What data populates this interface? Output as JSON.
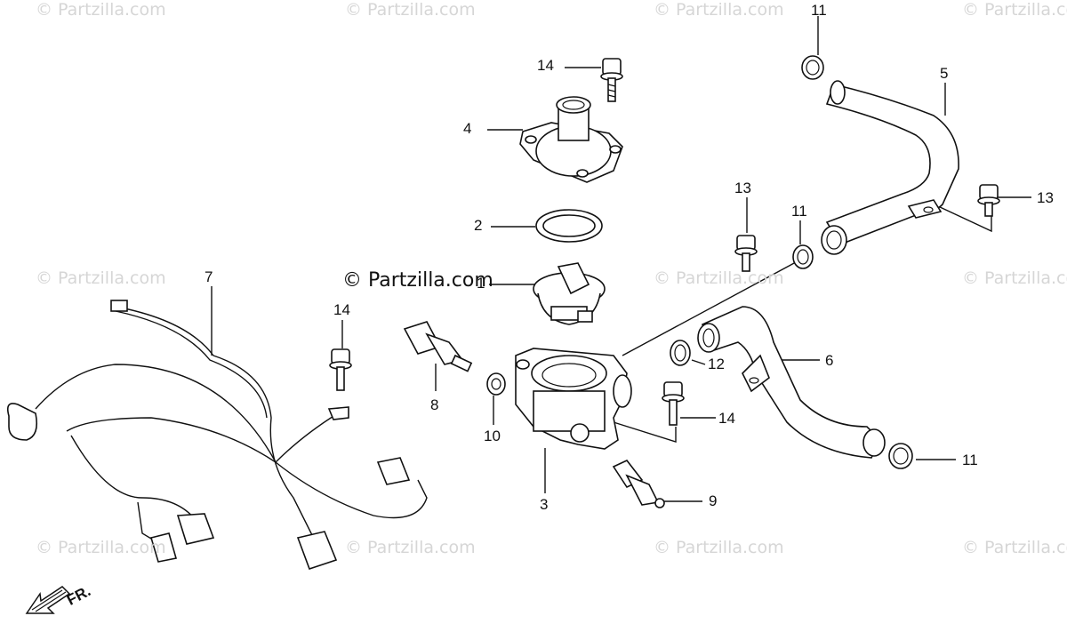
{
  "watermarks": {
    "text": "© Partzilla.com",
    "main_text": "© Partzilla.com"
  },
  "front_marker": {
    "label": "FR."
  },
  "callouts": {
    "c1": "1",
    "c2": "2",
    "c3": "3",
    "c4": "4",
    "c5": "5",
    "c6": "6",
    "c7": "7",
    "c8": "8",
    "c9": "9",
    "c10": "10",
    "c11a": "11",
    "c11b": "11",
    "c11c": "11",
    "c12": "12",
    "c13a": "13",
    "c13b": "13",
    "c14a": "14",
    "c14b": "14",
    "c14c": "14"
  }
}
